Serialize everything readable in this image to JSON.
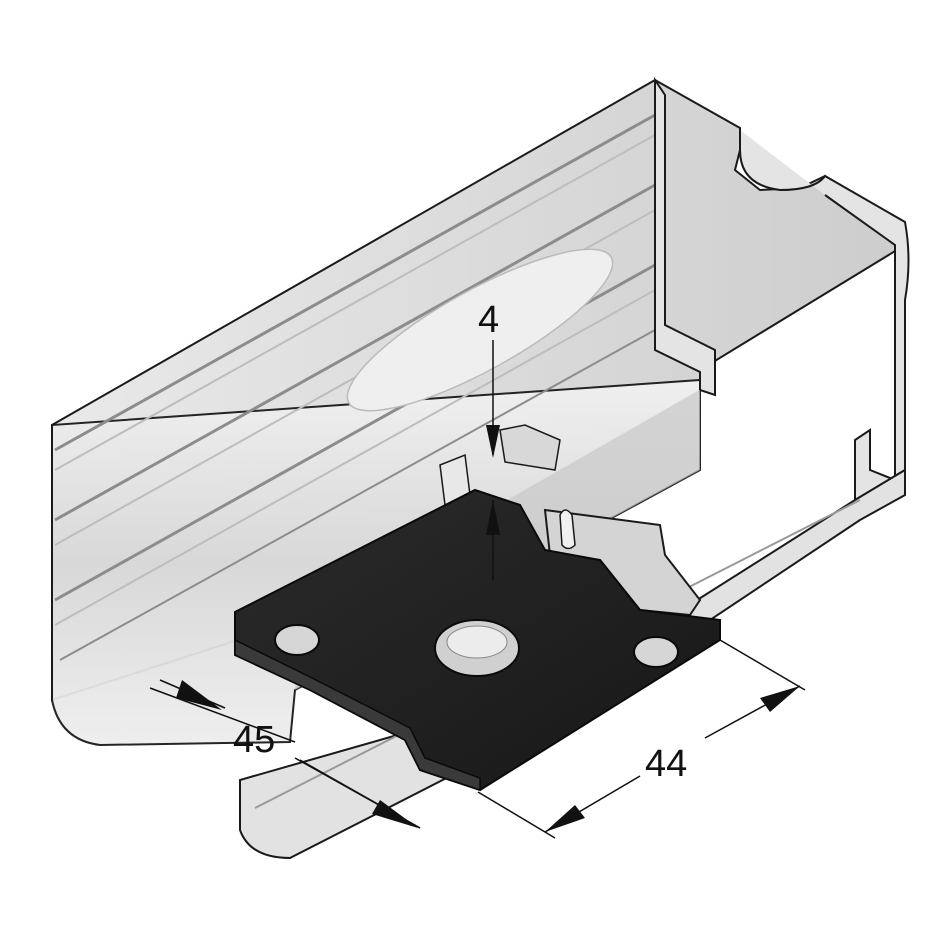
{
  "dimensions": {
    "thickness": "4",
    "width_left": "45",
    "width_right": "44"
  },
  "colors": {
    "background": "#ffffff",
    "rail_light": "#e6e6e6",
    "rail_mid": "#cfcfcf",
    "rail_dark": "#9a9a9a",
    "outline": "#1a1a1a",
    "plate": "#1f1f1f",
    "plate_edge": "#3a3a3a"
  }
}
